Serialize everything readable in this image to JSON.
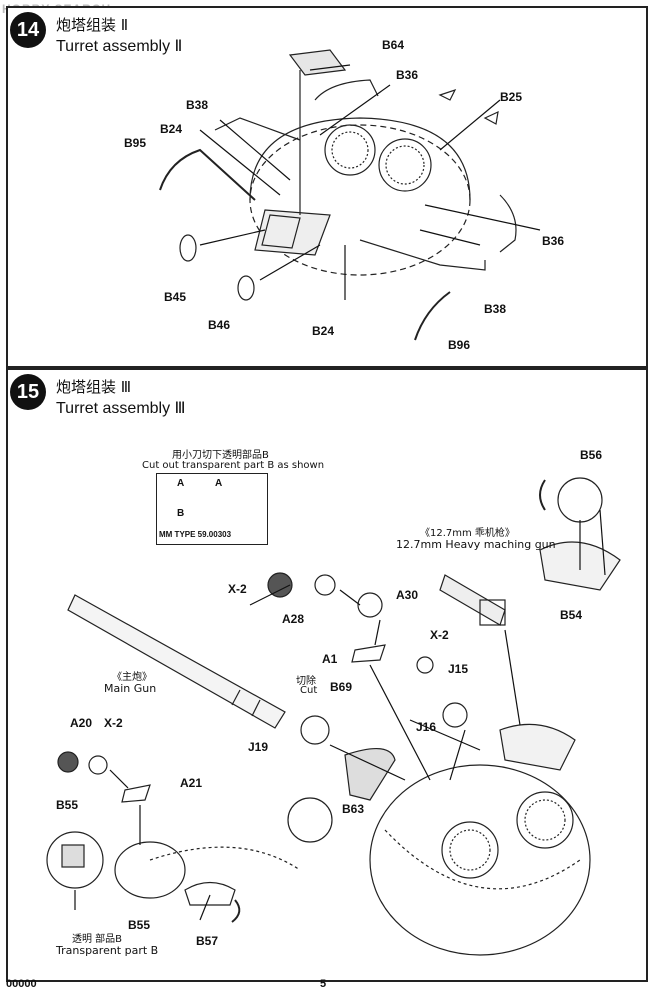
{
  "watermark": "HOBBY SEARCH",
  "steps": [
    {
      "number": "14",
      "title_cn": "炮塔组装 Ⅱ",
      "title_en": "Turret assembly Ⅱ",
      "parts": [
        "B64",
        "B36",
        "B38",
        "B25",
        "B24",
        "B95",
        "B36",
        "B45",
        "B46",
        "B24",
        "B38",
        "B96"
      ]
    },
    {
      "number": "15",
      "title_cn": "炮塔组装 Ⅲ",
      "title_en": "Turret assembly Ⅲ",
      "cut_note_cn": "用小刀切下透明部品B",
      "cut_note_en": "Cut out transparent part B as shown",
      "cut_box": {
        "labels": [
          "A",
          "A",
          "B"
        ],
        "caption": "MM TYPE 59.00303"
      },
      "hmg_cn": "《12.7mm 乖机枪》",
      "hmg_en": "12.7mm Heavy maching gun",
      "maingun_cn": "《主炮》",
      "maingun_en": "Main Gun",
      "cut_cn": "切除",
      "cut_en": "Cut",
      "transparent_cn": "透明 部品B",
      "transparent_en": "Transparent part B",
      "multipliers": [
        "X-2",
        "X-2",
        "X-2"
      ],
      "parts": [
        "B56",
        "B54",
        "A30",
        "A28",
        "A1",
        "J15",
        "B69",
        "J16",
        "J19",
        "A20",
        "A21",
        "B63",
        "B55",
        "B55",
        "B57"
      ]
    }
  ],
  "footer": {
    "left": "00000",
    "center": "5"
  }
}
